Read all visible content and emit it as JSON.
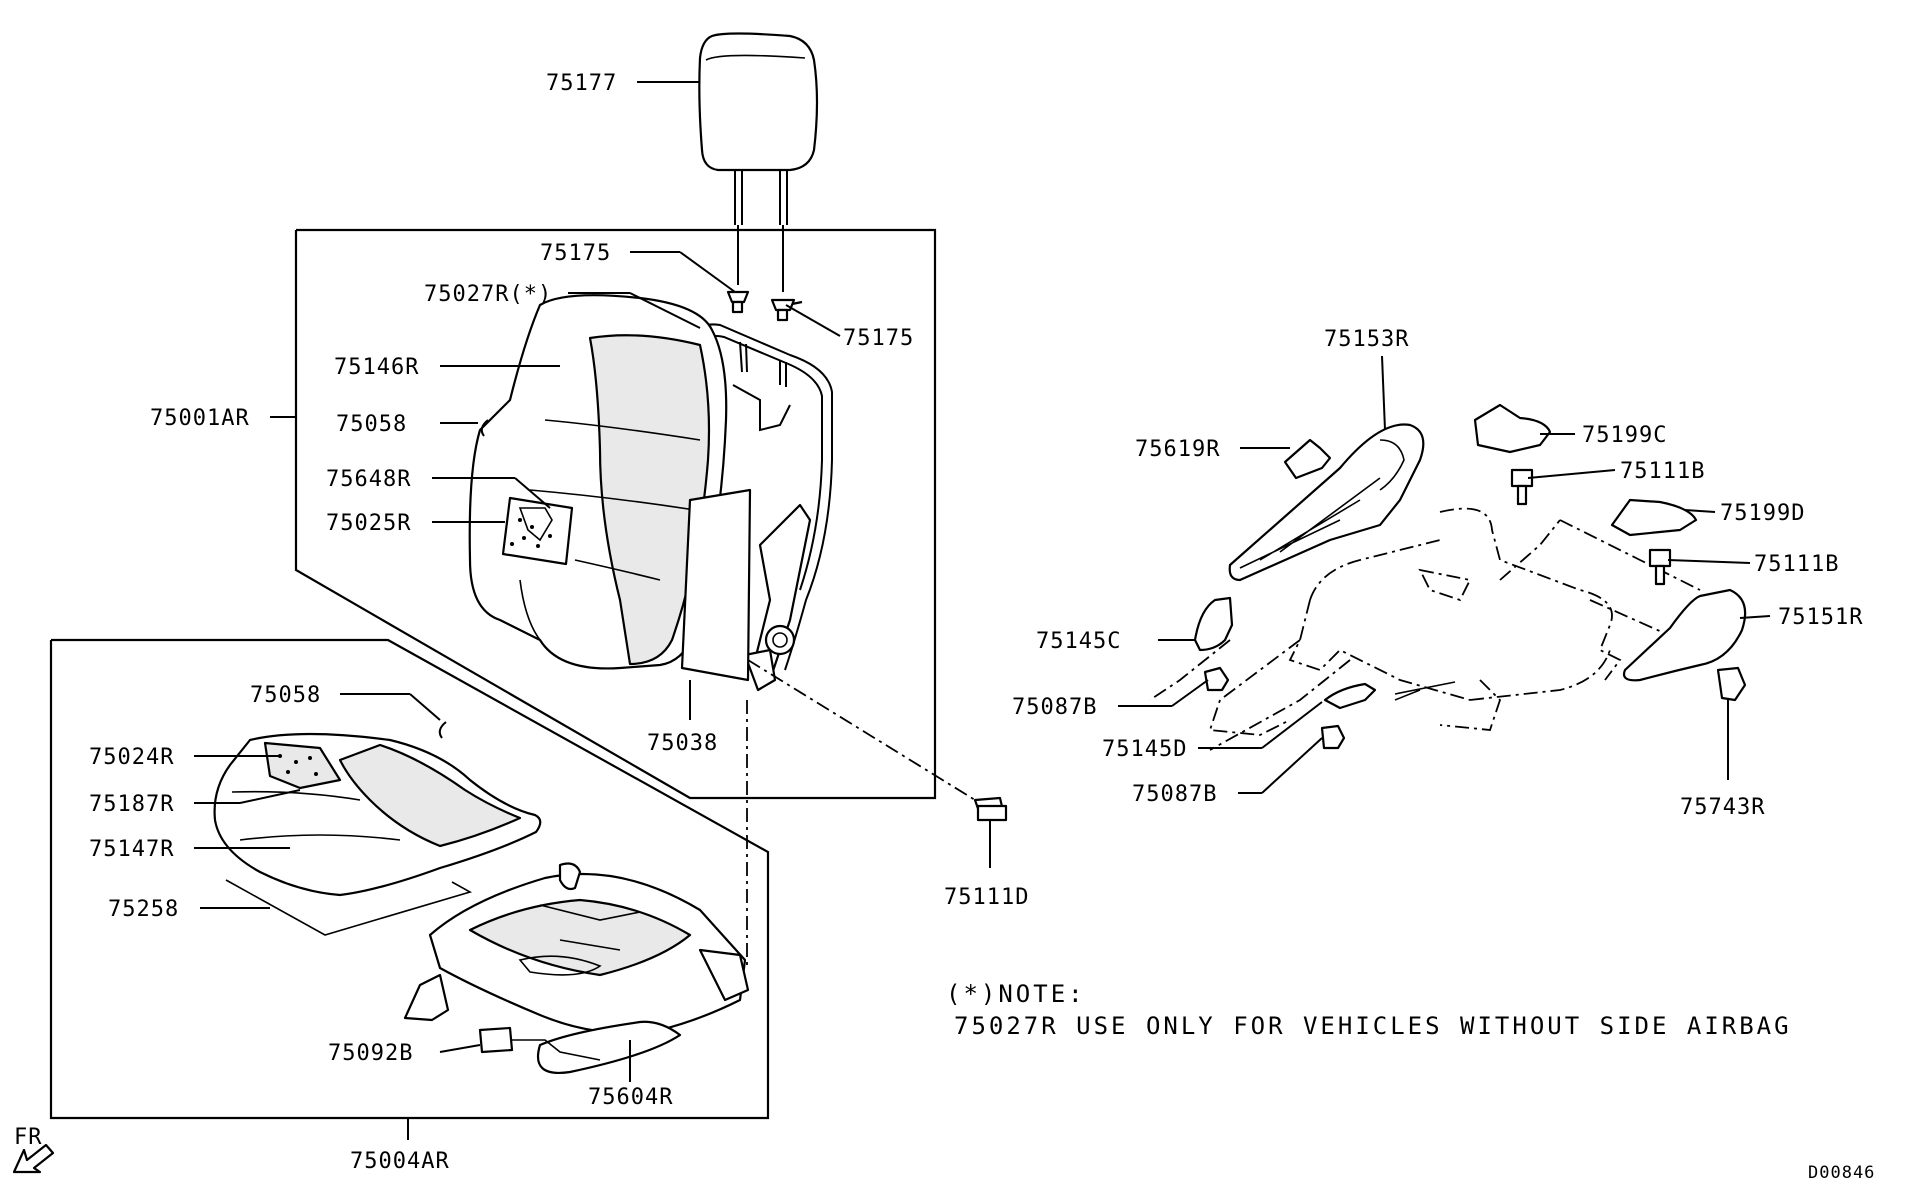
{
  "diagram": {
    "labels": {
      "l75177": "75177",
      "l75175a": "75175",
      "l75175b": "75175",
      "l75027r": "75027R(*)",
      "l75146r": "75146R",
      "l75058a": "75058",
      "l75001ar": "75001AR",
      "l75648r": "75648R",
      "l75025r": "75025R",
      "l75038": "75038",
      "l75058b": "75058",
      "l75024r": "75024R",
      "l75187r": "75187R",
      "l75147r": "75147R",
      "l75258": "75258",
      "l75092b": "75092B",
      "l75604r": "75604R",
      "l75004ar": "75004AR",
      "l75111d": "75111D",
      "l75153r": "75153R",
      "l75619r": "75619R",
      "l75199c": "75199C",
      "l75111b_a": "75111B",
      "l75199d": "75199D",
      "l75111b_b": "75111B",
      "l75151r": "75151R",
      "l75145c": "75145C",
      "l75087b_a": "75087B",
      "l75145d": "75145D",
      "l75087b_b": "75087B",
      "l75743r": "75743R",
      "fr": "FR"
    },
    "note": {
      "heading": "(*)NOTE:",
      "text": "75027R USE ONLY FOR VEHICLES WITHOUT SIDE AIRBAG"
    },
    "drawing_code": "D00846"
  }
}
